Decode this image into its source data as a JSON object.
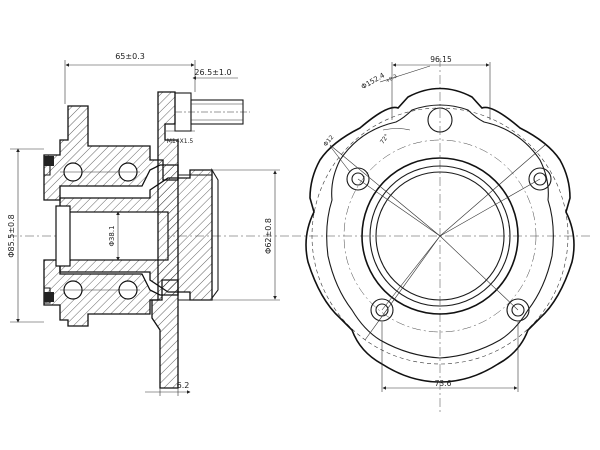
{
  "drawing": {
    "side_view": {
      "dim_width_total": "65±0.3",
      "dim_flange": "26.5±1.0",
      "dim_thread": "M14X1.5",
      "dim_outer_bearing": "Φ85.5±0.8",
      "dim_bore": "Φ38.1",
      "dim_pilot": "Φ62±0.8",
      "dim_flange_thickness": "6.2"
    },
    "front_view": {
      "dim_bolt_span_top": "96.15",
      "dim_bolt_circle": "Φ152.4",
      "dim_bolt_circle_tol": "+0.3",
      "dim_hole_small": "Φ12",
      "dim_angle": "72°",
      "dim_bolt_span_bottom": "73.6"
    }
  }
}
